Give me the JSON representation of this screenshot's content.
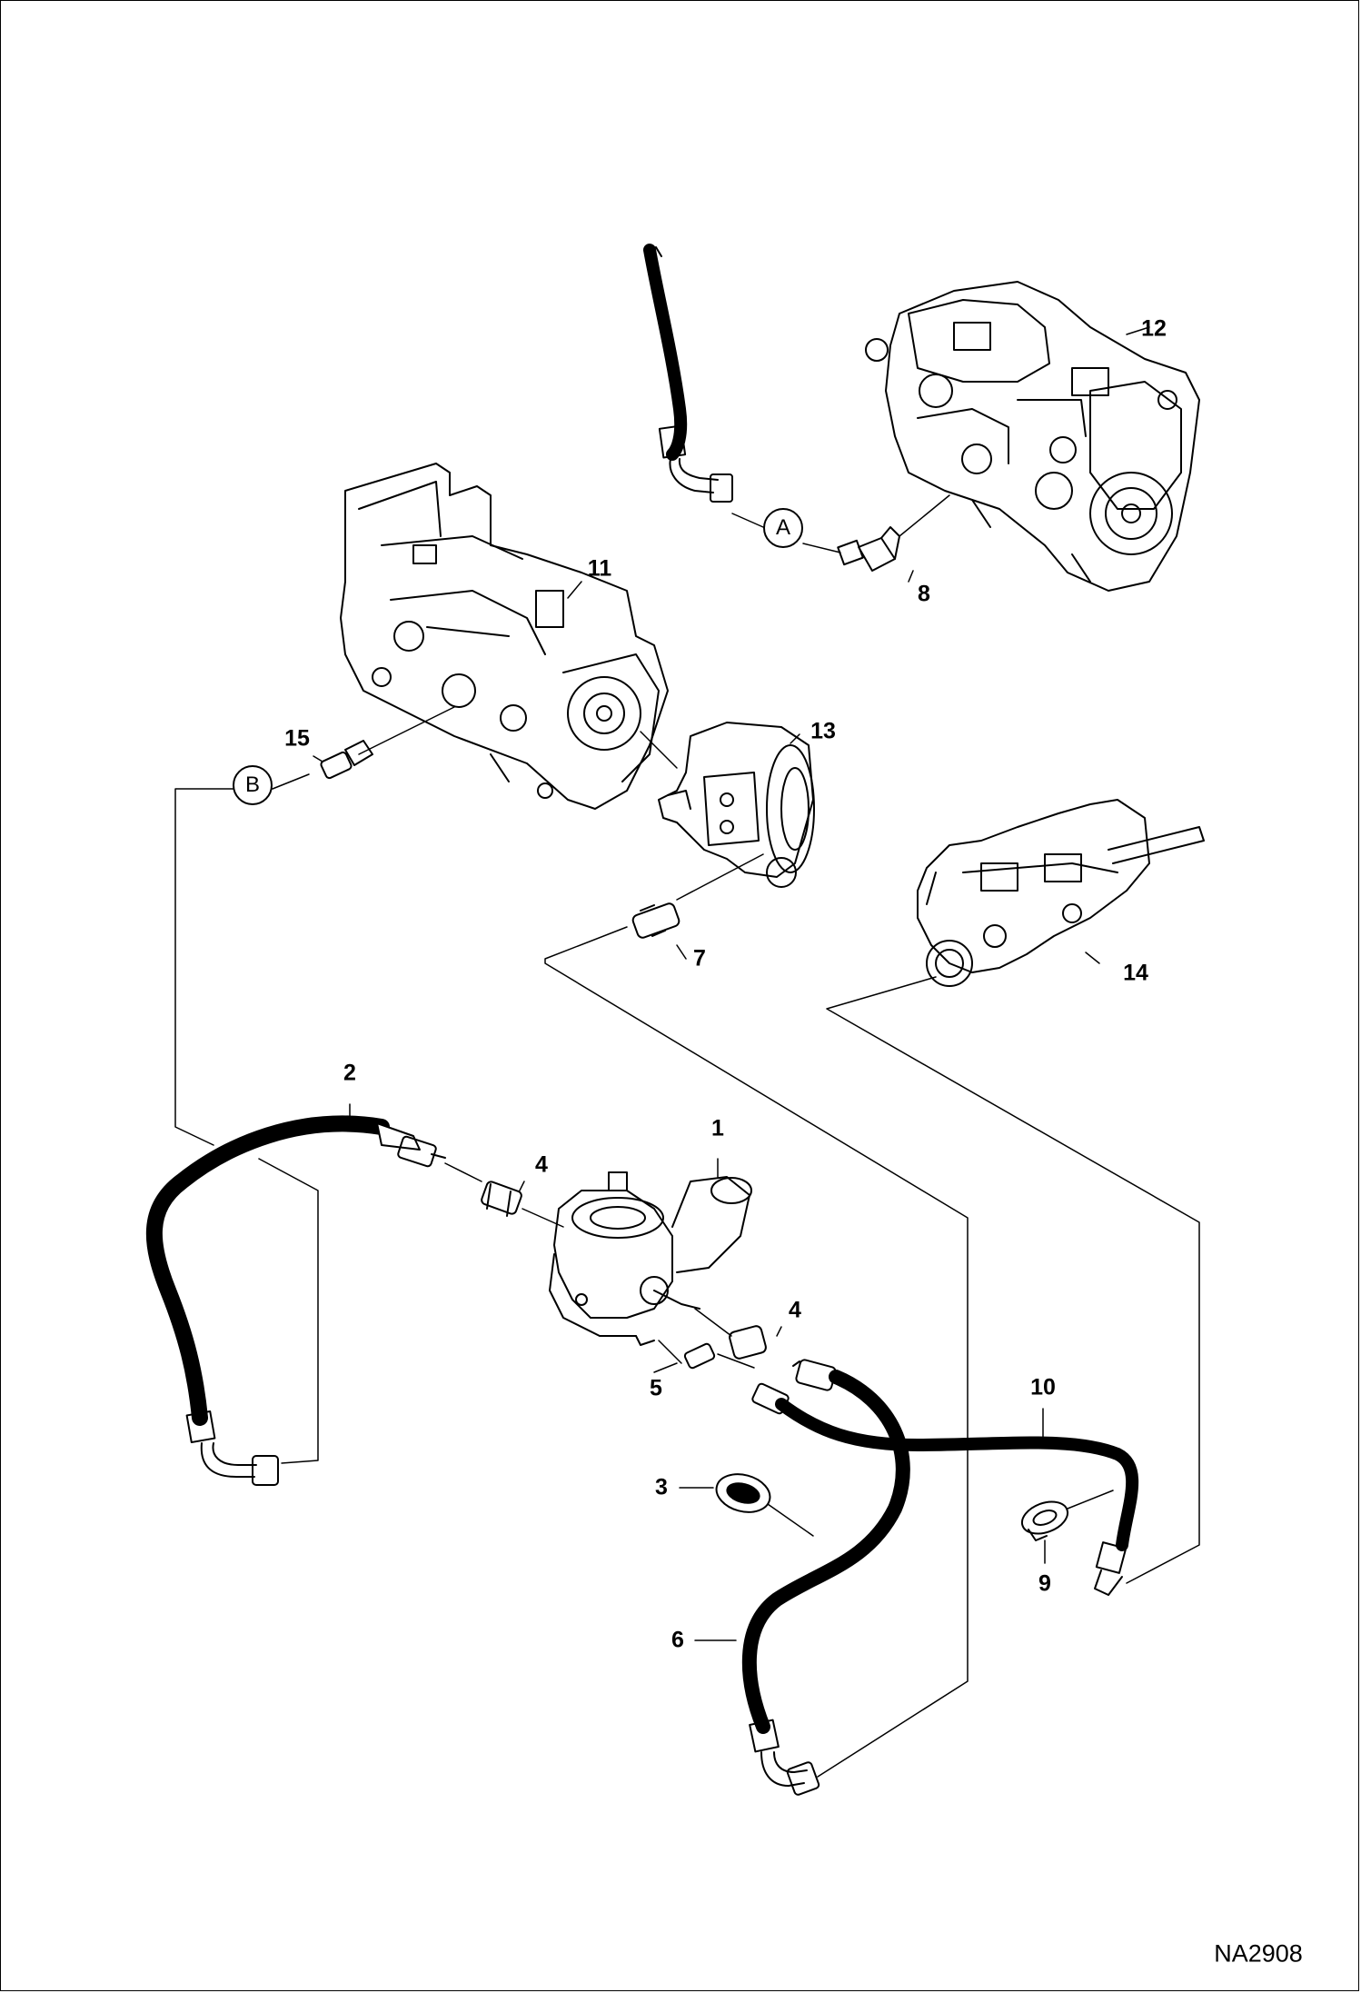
{
  "diagram": {
    "callouts": [
      {
        "id": "c1",
        "text": "1"
      },
      {
        "id": "c2",
        "text": "2"
      },
      {
        "id": "c3",
        "text": "3"
      },
      {
        "id": "c4a",
        "text": "4"
      },
      {
        "id": "c4b",
        "text": "4"
      },
      {
        "id": "c5",
        "text": "5"
      },
      {
        "id": "c6",
        "text": "6"
      },
      {
        "id": "c7",
        "text": "7"
      },
      {
        "id": "c8",
        "text": "8"
      },
      {
        "id": "c9",
        "text": "9"
      },
      {
        "id": "c10",
        "text": "10"
      },
      {
        "id": "c11",
        "text": "11"
      },
      {
        "id": "c12",
        "text": "12"
      },
      {
        "id": "c13",
        "text": "13"
      },
      {
        "id": "c14",
        "text": "14"
      },
      {
        "id": "c15",
        "text": "15"
      }
    ],
    "connectors": [
      {
        "id": "A",
        "text": "A"
      },
      {
        "id": "B",
        "text": "B"
      }
    ],
    "figure_code": "NA2908"
  }
}
